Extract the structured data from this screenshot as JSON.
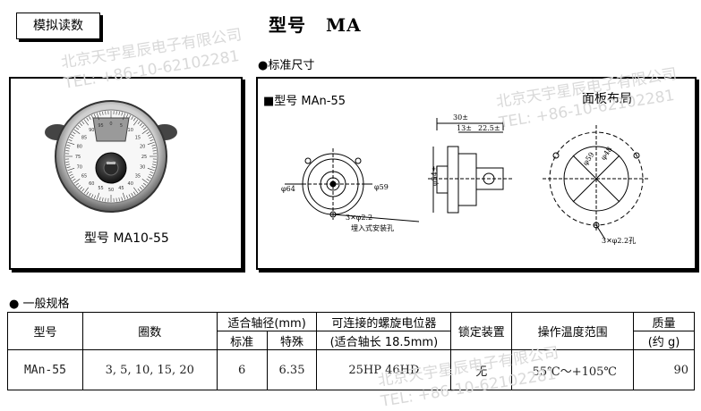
{
  "header": {
    "mode_label": "模拟读数",
    "title_prefix": "型号",
    "title_model": "MA"
  },
  "standard_size": {
    "heading": "●标准尺寸",
    "drawing_title": "■型号 MAn-55",
    "panel_layout_title": "面板布局",
    "mount_hole_label": "埋入式安装孔",
    "dim_30": "30",
    "dim_13": "13",
    "dim_22_5": "22.5",
    "dim_64": "64",
    "dim_59": "59",
    "dim_54": "54",
    "hole_left": "3✕φ2.2",
    "hole_right": "3✕φ2.2孔",
    "dim_p59": "φ59",
    "dim_p48": "φ48",
    "tol": "±"
  },
  "product_photo": {
    "caption": "型号 MA10-55",
    "dial_numbers": [
      "0",
      "5",
      "10",
      "15",
      "20",
      "25",
      "30",
      "35",
      "40",
      "45",
      "50",
      "55",
      "60",
      "65",
      "70",
      "75",
      "80",
      "85",
      "90",
      "95"
    ]
  },
  "spec": {
    "heading": "● 一般规格",
    "headers": {
      "model": "型号",
      "turns": "圈数",
      "shaft_dia": "适合轴径(mm)",
      "shaft_std": "标准",
      "shaft_special": "特殊",
      "pot_line1": "可连接的螺旋电位器",
      "pot_line2": "(适合轴长 18.5mm)",
      "lock": "锁定装置",
      "temp": "操作温度范围",
      "mass_line1": "质量",
      "mass_line2": "(约 g)"
    },
    "row": {
      "model": "MAn-55",
      "turns": "3,  5,  10,  15,  20",
      "shaft_std": "6",
      "shaft_special": "6.35",
      "pot": "25HP  46HD",
      "lock": "无",
      "temp": "-55℃～+105℃",
      "mass": "90"
    }
  },
  "watermarks": [
    {
      "text": "北京天宇星辰电子有限公司"
    },
    {
      "text": "TEL: +86-10-62102281"
    }
  ]
}
